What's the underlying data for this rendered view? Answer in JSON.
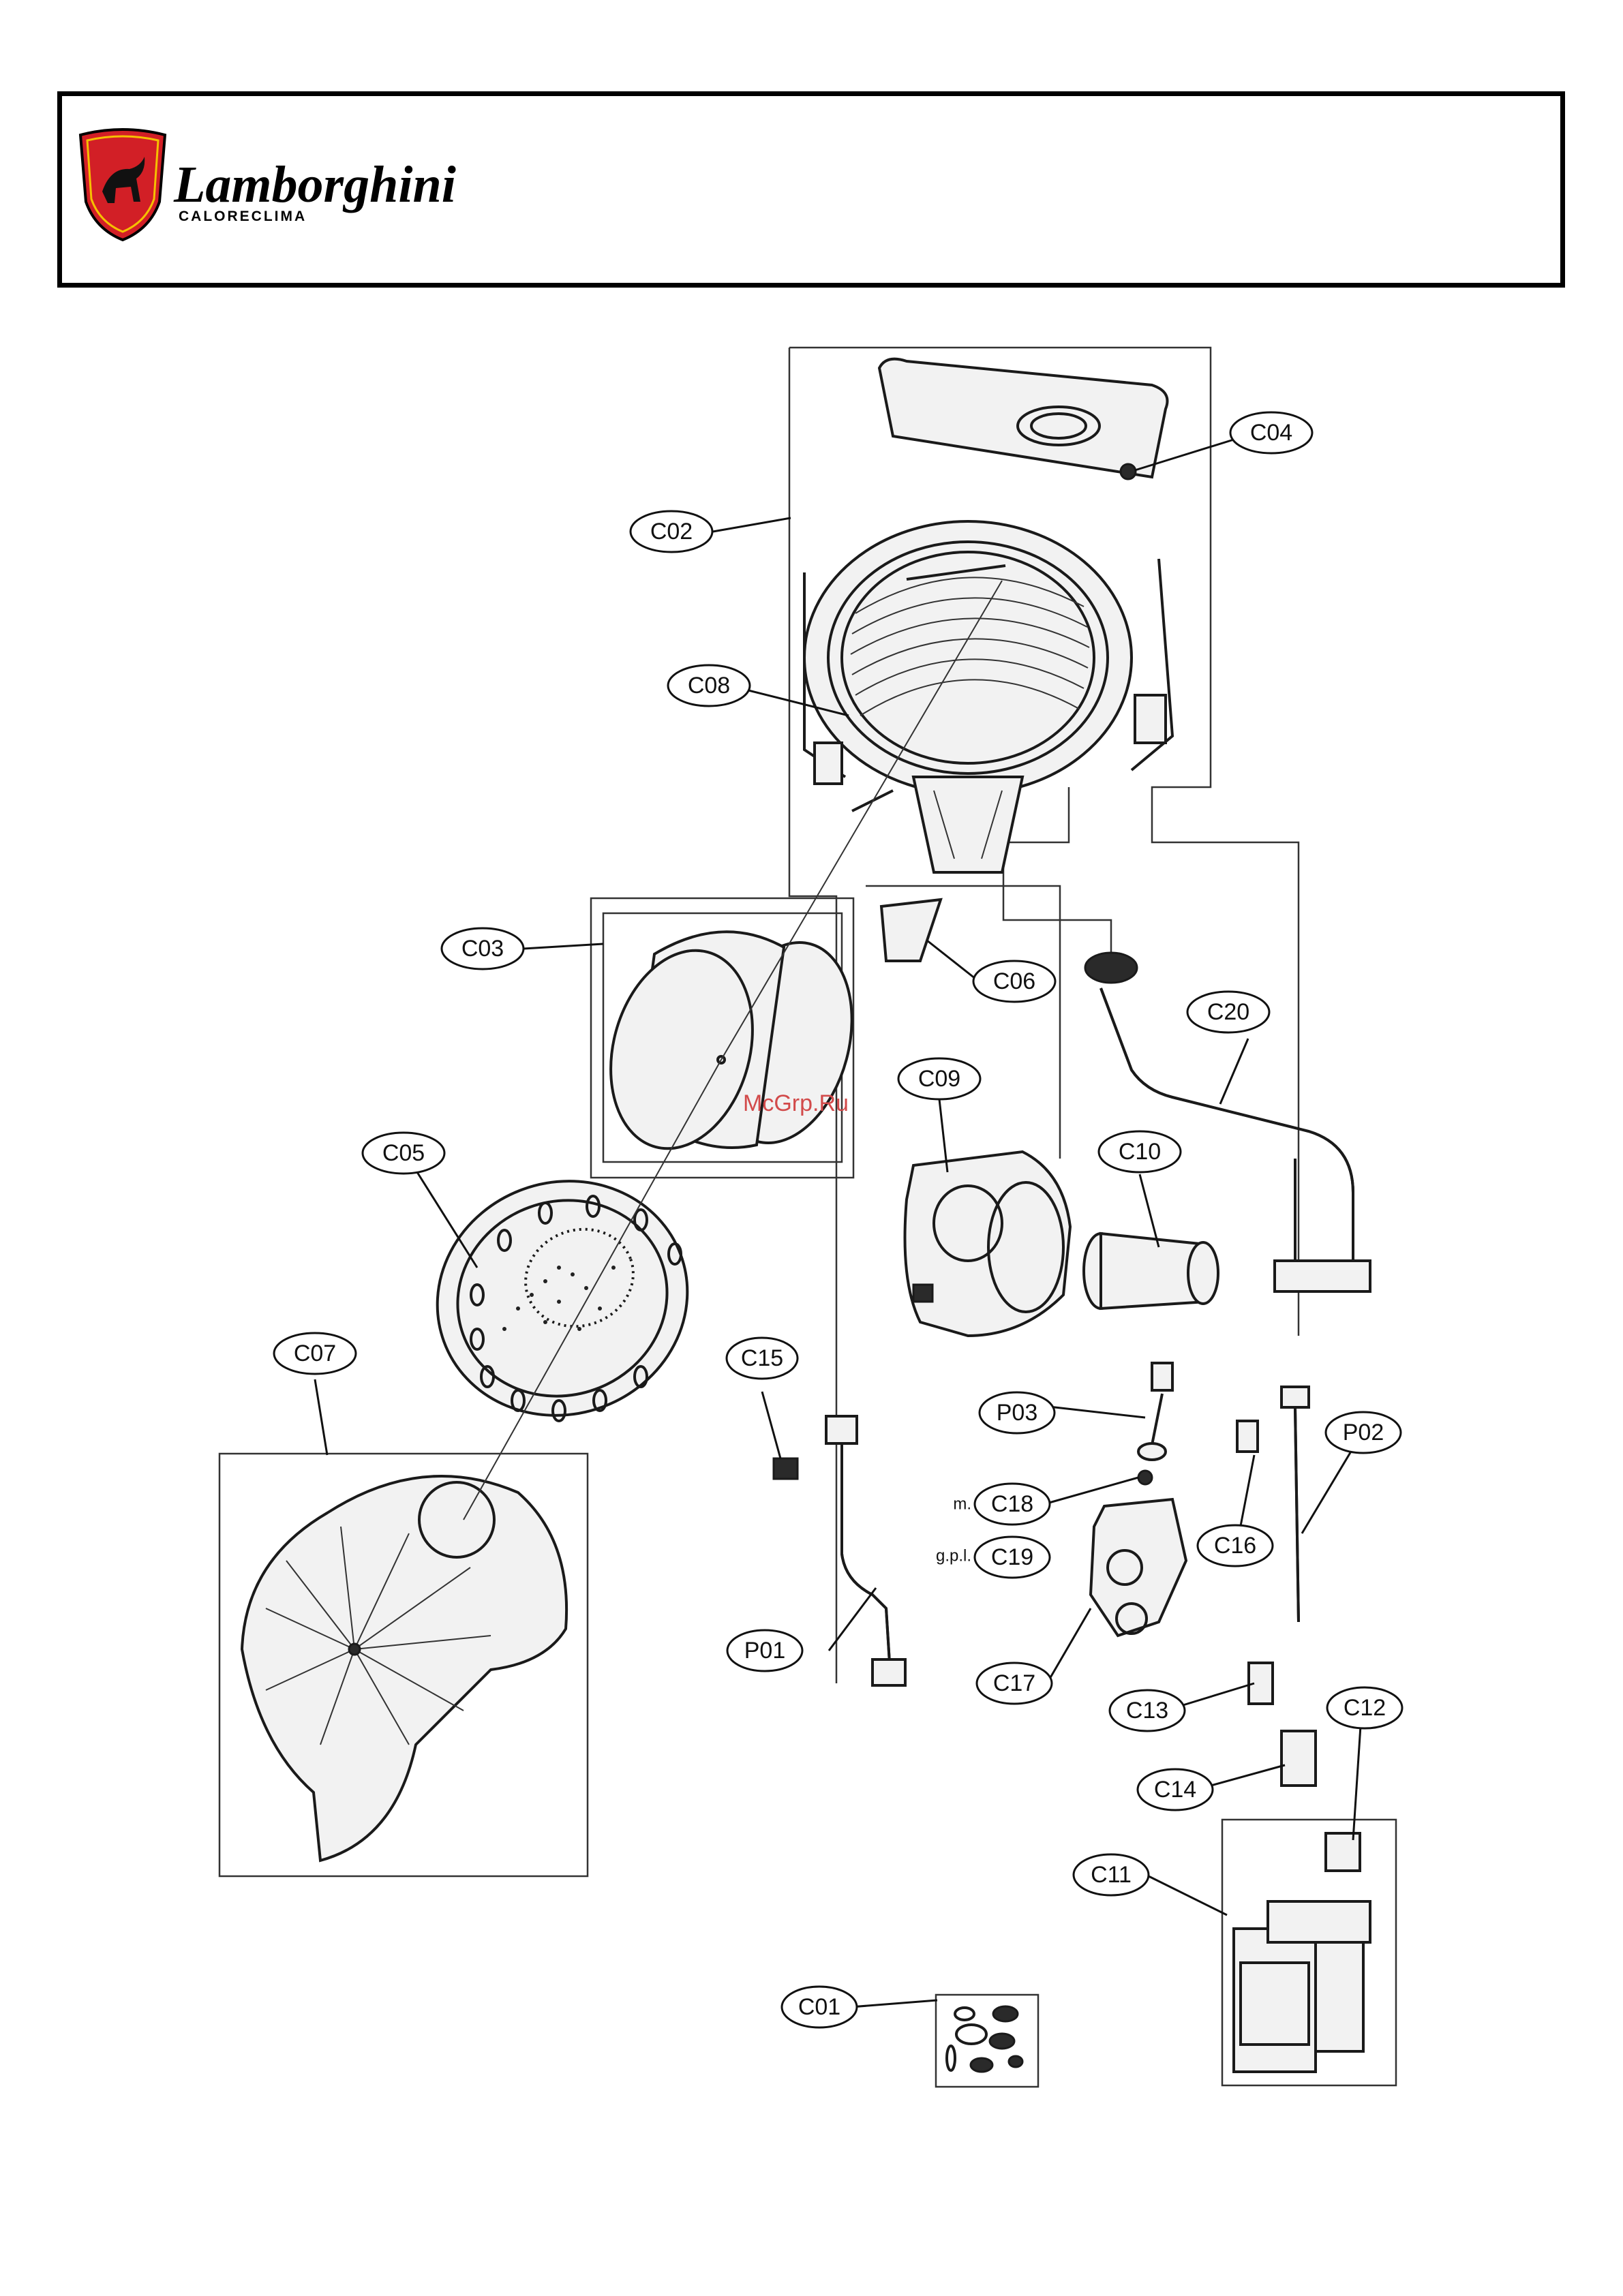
{
  "header": {
    "brand": "Lamborghini",
    "sub_brand": "CALORECLIMA"
  },
  "watermark": "McGrp.Ru",
  "labels": {
    "c01": "C01",
    "c02": "C02",
    "c03": "C03",
    "c04": "C04",
    "c05": "C05",
    "c06": "C06",
    "c07": "C07",
    "c08": "C08",
    "c09": "C09",
    "c10": "C10",
    "c11": "C11",
    "c12": "C12",
    "c13": "C13",
    "c14": "C14",
    "c15": "C15",
    "c16": "C16",
    "c17": "C17",
    "c18": "C18",
    "c19": "C19",
    "c20": "C20",
    "p01": "P01",
    "p02": "P02",
    "p03": "P03"
  },
  "notes": {
    "c18_prefix": "m.",
    "c19_prefix": "g.p.l."
  },
  "colors": {
    "logo_red": "#d21f26",
    "watermark": "#d24a4a"
  }
}
